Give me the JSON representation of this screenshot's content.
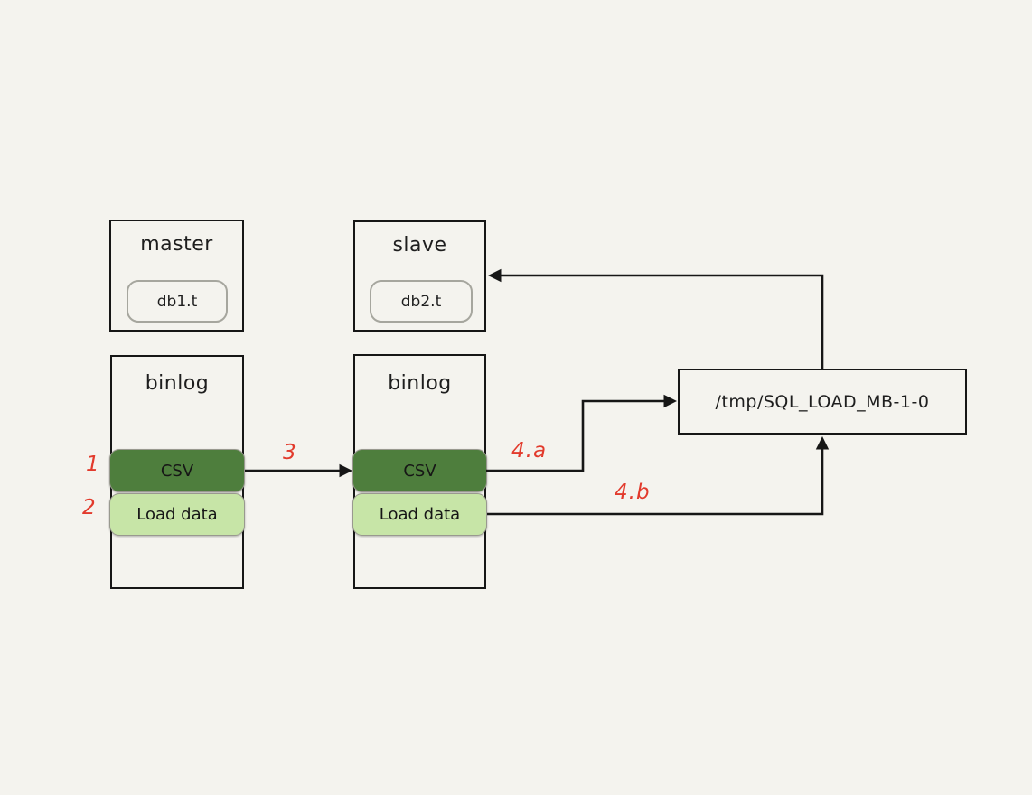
{
  "diagram": {
    "background_color": "#f4f3ee",
    "stroke_color": "#161616",
    "step_label_color": "#e23a2c",
    "csv_fill_color": "#4e7e3d",
    "load_data_fill_color": "#c7e5a7"
  },
  "nodes": {
    "master": {
      "label": "master",
      "table": "db1.t"
    },
    "slave": {
      "label": "slave",
      "table": "db2.t"
    },
    "binlog_master": {
      "label": "binlog",
      "csv": "CSV",
      "load_data": "Load data"
    },
    "binlog_slave": {
      "label": "binlog",
      "csv": "CSV",
      "load_data": "Load data"
    },
    "tmp_file": {
      "label": "/tmp/SQL_LOAD_MB-1-0"
    }
  },
  "steps": {
    "s1": "1",
    "s2": "2",
    "s3": "3",
    "s4a": "4.a",
    "s4b": "4.b"
  }
}
